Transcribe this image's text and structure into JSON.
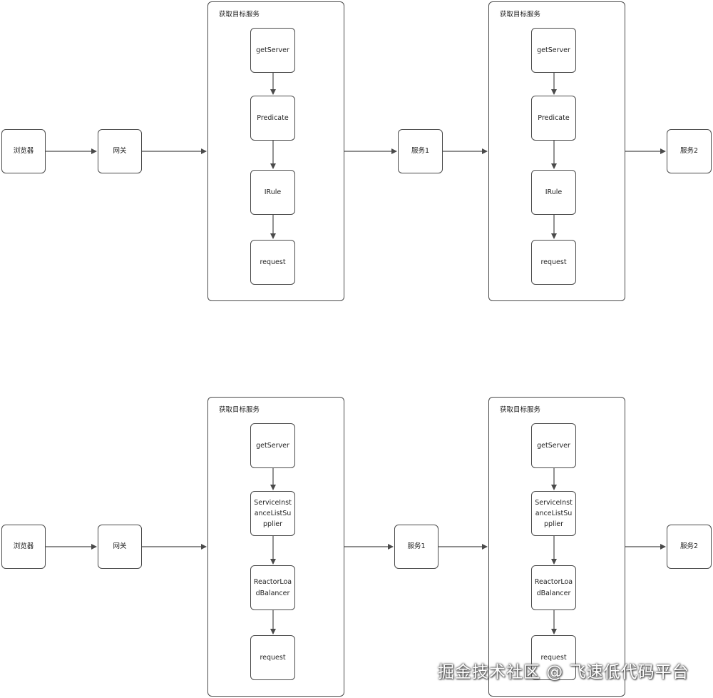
{
  "diagrams": [
    {
      "browser": "浏览器",
      "gateway": "网关",
      "service1": "服务1",
      "service2": "服务2",
      "group1": {
        "title": "获取目标服务",
        "steps": [
          "getServer",
          "Predicate",
          "IRule",
          "request"
        ]
      },
      "group2": {
        "title": "获取目标服务",
        "steps": [
          "getServer",
          "Predicate",
          "IRule",
          "request"
        ]
      }
    },
    {
      "browser": "浏览器",
      "gateway": "网关",
      "service1": "服务1",
      "service2": "服务2",
      "group1": {
        "title": "获取目标服务",
        "steps": [
          "getServer",
          "ServiceInstanceListSupplier",
          "ReactorLoadBalancer",
          "request"
        ]
      },
      "group2": {
        "title": "获取目标服务",
        "steps": [
          "getServer",
          "ServiceInstanceListSupplier",
          "ReactorLoadBalancer",
          "request"
        ]
      }
    }
  ],
  "watermark": "掘金技术社区 @ 飞速低代码平台"
}
